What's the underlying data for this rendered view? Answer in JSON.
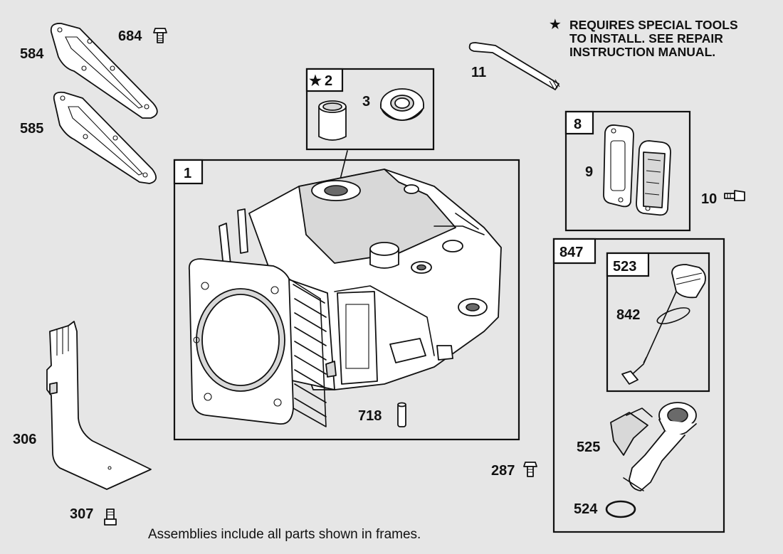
{
  "note": {
    "star": "★",
    "lines": [
      "REQUIRES SPECIAL TOOLS",
      "TO INSTALL.  SEE REPAIR",
      "INSTRUCTION MANUAL."
    ]
  },
  "frames": {
    "f1": "1",
    "f2_star": "★",
    "f2": "2",
    "f8": "8",
    "f847": "847",
    "f523": "523"
  },
  "parts": {
    "p584": "584",
    "p684": "684",
    "p585": "585",
    "p3": "3",
    "p11": "11",
    "p9": "9",
    "p10": "10",
    "p842": "842",
    "p718": "718",
    "p306": "306",
    "p307": "307",
    "p287": "287",
    "p525": "525",
    "p524": "524"
  },
  "footer": "Assemblies include all parts shown in frames."
}
